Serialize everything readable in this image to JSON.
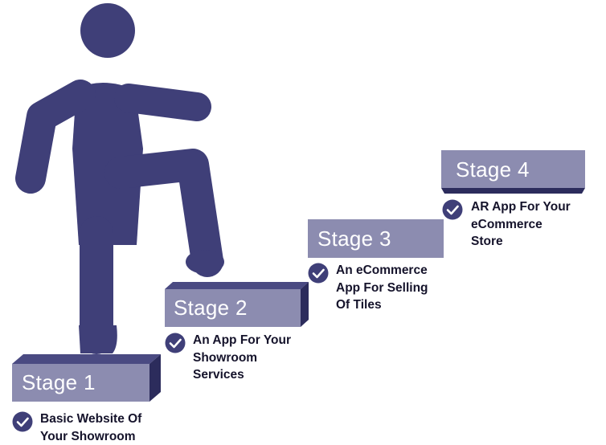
{
  "colors": {
    "figure": "#3f3f78",
    "step_face": "#8c8cb0",
    "step_top": "#4a4a82",
    "step_side": "#2c2c5c",
    "check_bg": "#3f3f78",
    "text": "#15132b"
  },
  "stages": [
    {
      "label": "Stage 1",
      "desc": [
        "Basic Website Of",
        "Your Showroom"
      ]
    },
    {
      "label": "Stage 2",
      "desc": [
        "An App For Your",
        "Showroom",
        "Services"
      ]
    },
    {
      "label": "Stage 3",
      "desc": [
        "An eCommerce",
        "App For Selling",
        "Of Tiles"
      ]
    },
    {
      "label": "Stage 4",
      "desc": [
        "AR App For Your",
        "eCommerce",
        "Store"
      ]
    }
  ]
}
